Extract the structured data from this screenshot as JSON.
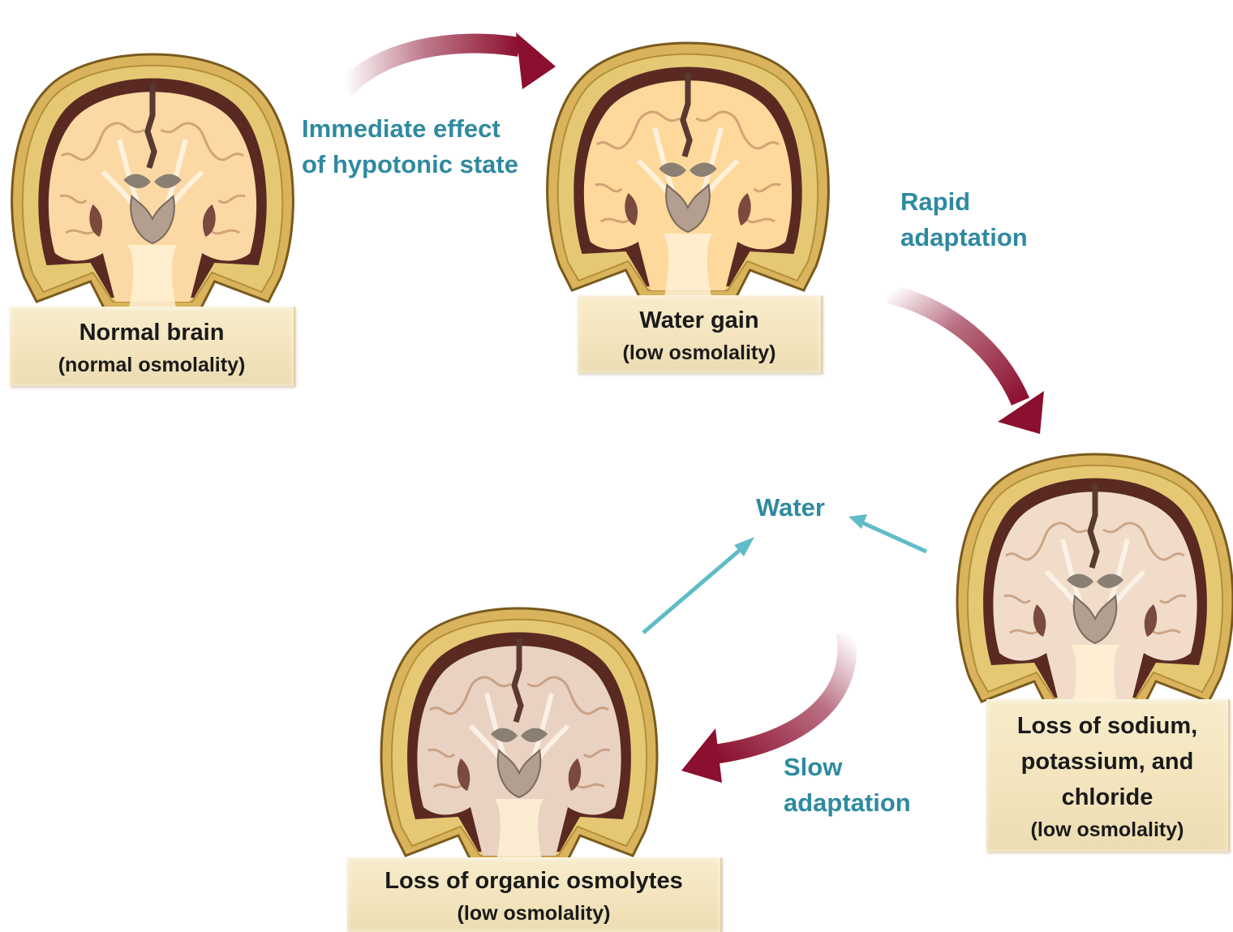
{
  "stages": {
    "normal": {
      "title": "Normal brain",
      "subtitle": "(normal osmolality)"
    },
    "water_gain": {
      "title": "Water gain",
      "subtitle": "(low osmolality)"
    },
    "ion_loss": {
      "title_line1": "Loss of sodium,",
      "title_line2": "potassium, and",
      "title_line3": "chloride",
      "subtitle": "(low osmolality)"
    },
    "organic_loss": {
      "title": "Loss of organic osmolytes",
      "subtitle": "(low osmolality)"
    }
  },
  "transitions": {
    "immediate_line1": "Immediate effect",
    "immediate_line2": "of hypotonic state",
    "rapid_line1": "Rapid",
    "rapid_line2": "adaptation",
    "slow_line1": "Slow",
    "slow_line2": "adaptation",
    "water": "Water"
  },
  "colors": {
    "arrow_maroon": "#8b0f2e",
    "teal_text": "#2f8aa0",
    "teal_arrow": "#5fbcc7",
    "skull": "#d9b45c",
    "label_box": "#f3e4bd",
    "brain_normal": "#fcd9a4",
    "brain_swollen": "#ffd89c",
    "brain_ion_loss": "#f0dcc9",
    "brain_organic_loss": "#e9d2c2"
  }
}
